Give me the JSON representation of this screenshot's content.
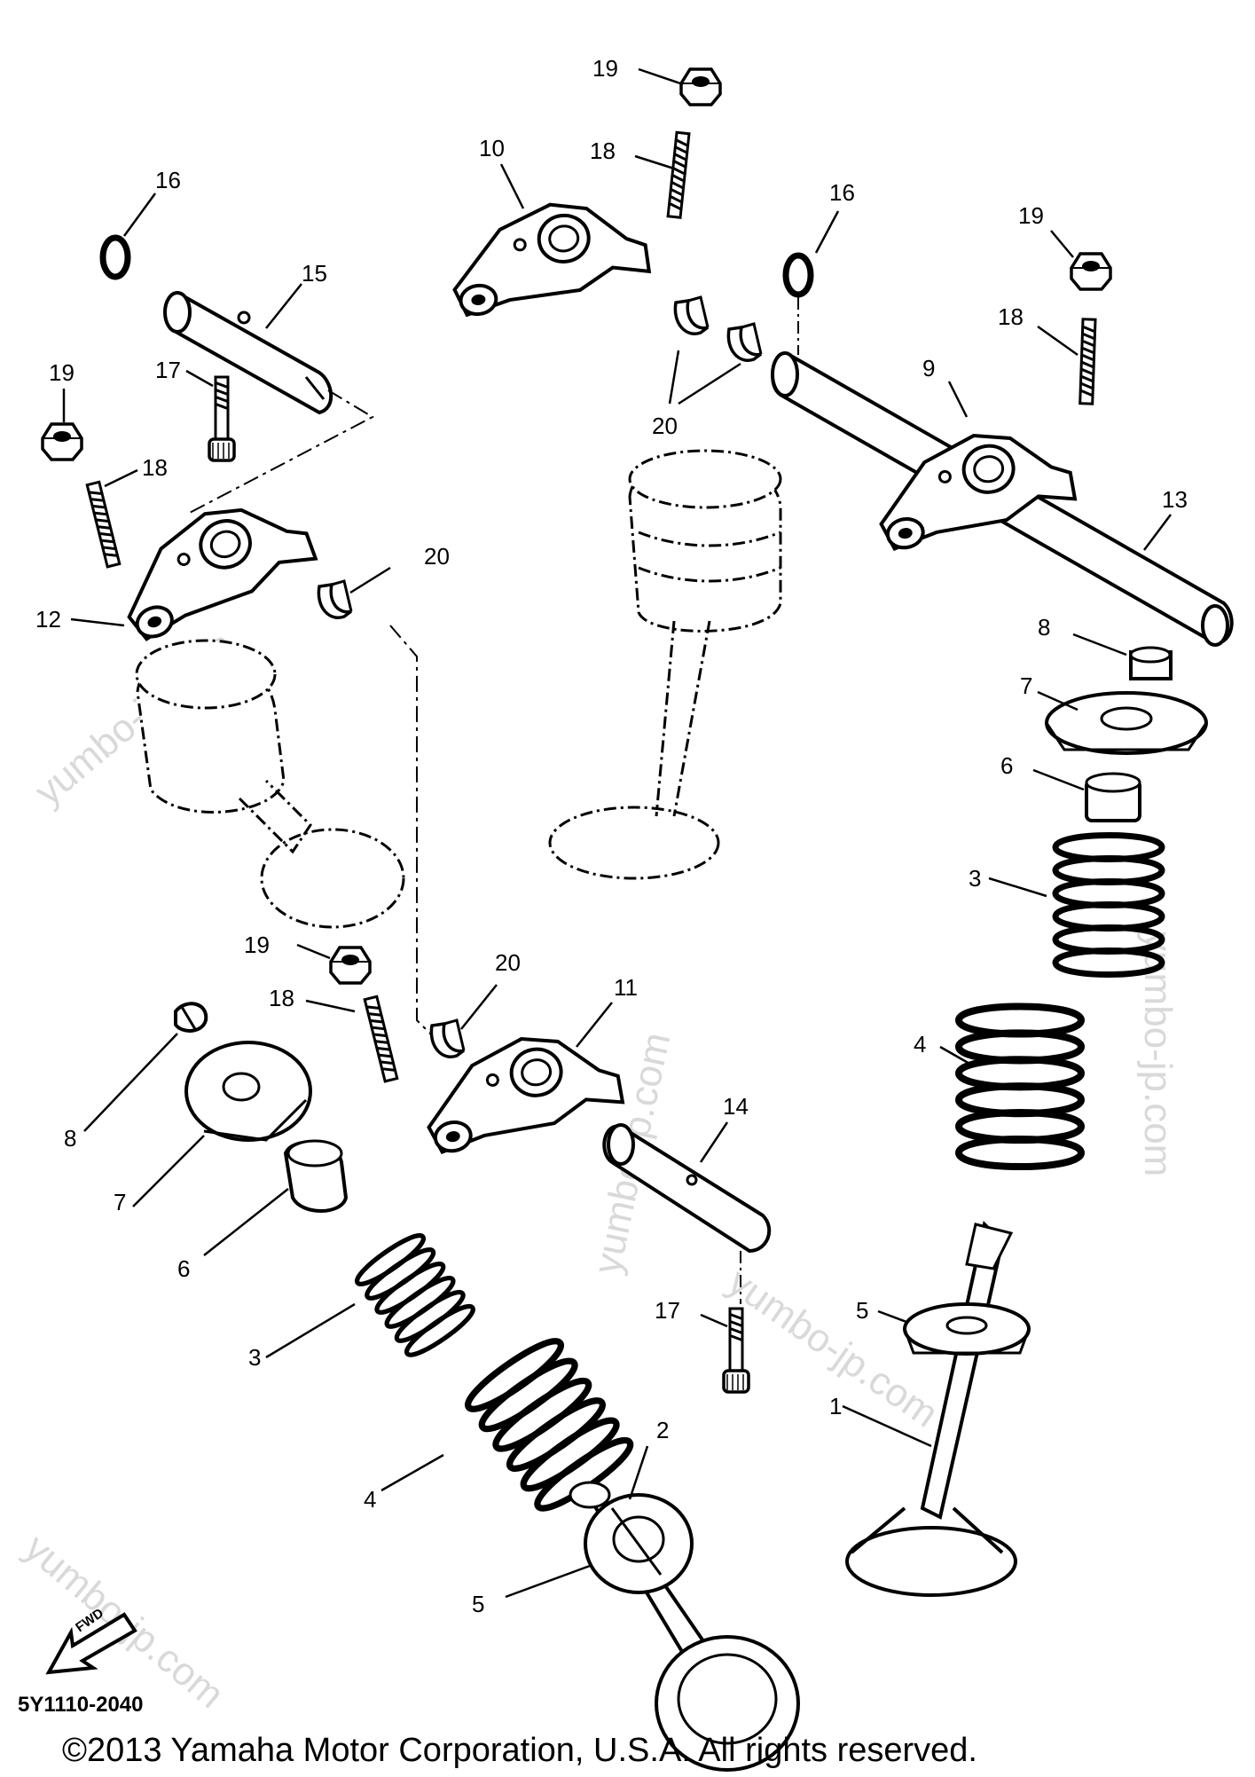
{
  "diagram": {
    "part_code": "5Y1110-2040",
    "copyright": "©2013 Yamaha Motor Corporation, U.S.A. All rights reserved.",
    "fwd_label": "FWD",
    "watermark": "yumbo-jp.com",
    "callouts": [
      {
        "id": "c19a",
        "text": "19"
      },
      {
        "id": "c10",
        "text": "10"
      },
      {
        "id": "c18a",
        "text": "18"
      },
      {
        "id": "c16a",
        "text": "16"
      },
      {
        "id": "c15",
        "text": "15"
      },
      {
        "id": "c19b",
        "text": "19"
      },
      {
        "id": "c17a",
        "text": "17"
      },
      {
        "id": "c18b",
        "text": "18"
      },
      {
        "id": "c12",
        "text": "12"
      },
      {
        "id": "c20a",
        "text": "20"
      },
      {
        "id": "c16b",
        "text": "16"
      },
      {
        "id": "c19c",
        "text": "19"
      },
      {
        "id": "c18c",
        "text": "18"
      },
      {
        "id": "c9",
        "text": "9"
      },
      {
        "id": "c20b",
        "text": "20"
      },
      {
        "id": "c13",
        "text": "13"
      },
      {
        "id": "c8a",
        "text": "8"
      },
      {
        "id": "c7a",
        "text": "7"
      },
      {
        "id": "c6a",
        "text": "6"
      },
      {
        "id": "c3a",
        "text": "3"
      },
      {
        "id": "c19d",
        "text": "19"
      },
      {
        "id": "c18d",
        "text": "18"
      },
      {
        "id": "c20c",
        "text": "20"
      },
      {
        "id": "c11",
        "text": "11"
      },
      {
        "id": "c4a",
        "text": "4"
      },
      {
        "id": "c8b",
        "text": "8"
      },
      {
        "id": "c7b",
        "text": "7"
      },
      {
        "id": "c14",
        "text": "14"
      },
      {
        "id": "c6b",
        "text": "6"
      },
      {
        "id": "c5a",
        "text": "5"
      },
      {
        "id": "c17b",
        "text": "17"
      },
      {
        "id": "c3b",
        "text": "3"
      },
      {
        "id": "c1",
        "text": "1"
      },
      {
        "id": "c2",
        "text": "2"
      },
      {
        "id": "c4b",
        "text": "4"
      },
      {
        "id": "c5b",
        "text": "5"
      }
    ]
  }
}
